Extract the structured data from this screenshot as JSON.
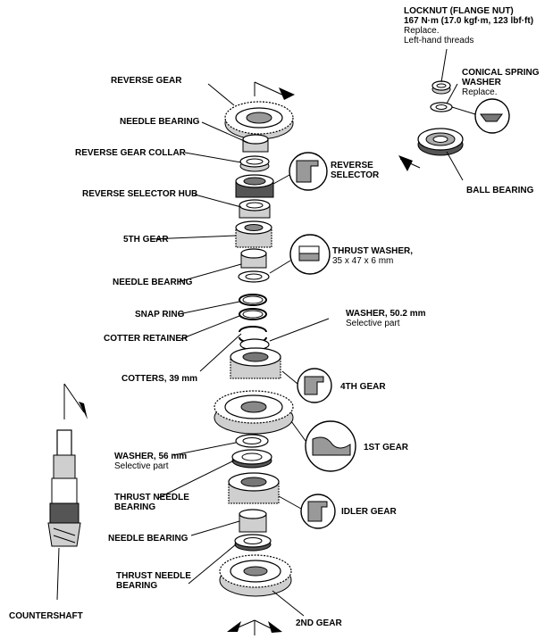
{
  "labels": {
    "reverse_gear": "REVERSE GEAR",
    "needle_bearing_1": "NEEDLE BEARING",
    "reverse_gear_collar": "REVERSE GEAR COLLAR",
    "reverse_selector_hub": "REVERSE SELECTOR HUB",
    "fifth_gear": "5TH GEAR",
    "needle_bearing_2": "NEEDLE BEARING",
    "snap_ring": "SNAP RING",
    "cotter_retainer": "COTTER RETAINER",
    "cotters": "COTTERS, 39 mm",
    "washer_56": "WASHER, 56 mm",
    "washer_56_note": "Selective part",
    "thrust_needle_bearing_1a": "THRUST NEEDLE",
    "thrust_needle_bearing_1b": "BEARING",
    "needle_bearing_3": "NEEDLE BEARING",
    "thrust_needle_bearing_2a": "THRUST NEEDLE",
    "thrust_needle_bearing_2b": "BEARING",
    "countershaft": "COUNTERSHAFT",
    "second_gear": "2ND GEAR",
    "reverse_selector_a": "REVERSE",
    "reverse_selector_b": "SELECTOR",
    "thrust_washer": "THRUST WASHER,",
    "thrust_washer_size": "35 x 47 x 6 mm",
    "washer_502": "WASHER, 50.2 mm",
    "washer_502_note": "Selective part",
    "fourth_gear": "4TH GEAR",
    "first_gear": "1ST GEAR",
    "idler_gear": "IDLER GEAR",
    "locknut_a": "LOCKNUT (FLANGE NUT)",
    "locknut_b": "167 N·m (17.0 kgf·m, 123 lbf·ft)",
    "locknut_note1": "Replace.",
    "locknut_note2": "Left-hand threads",
    "conical_a": "CONICAL SPRING",
    "conical_b": "WASHER",
    "conical_note": "Replace.",
    "ball_bearing": "BALL BEARING"
  }
}
